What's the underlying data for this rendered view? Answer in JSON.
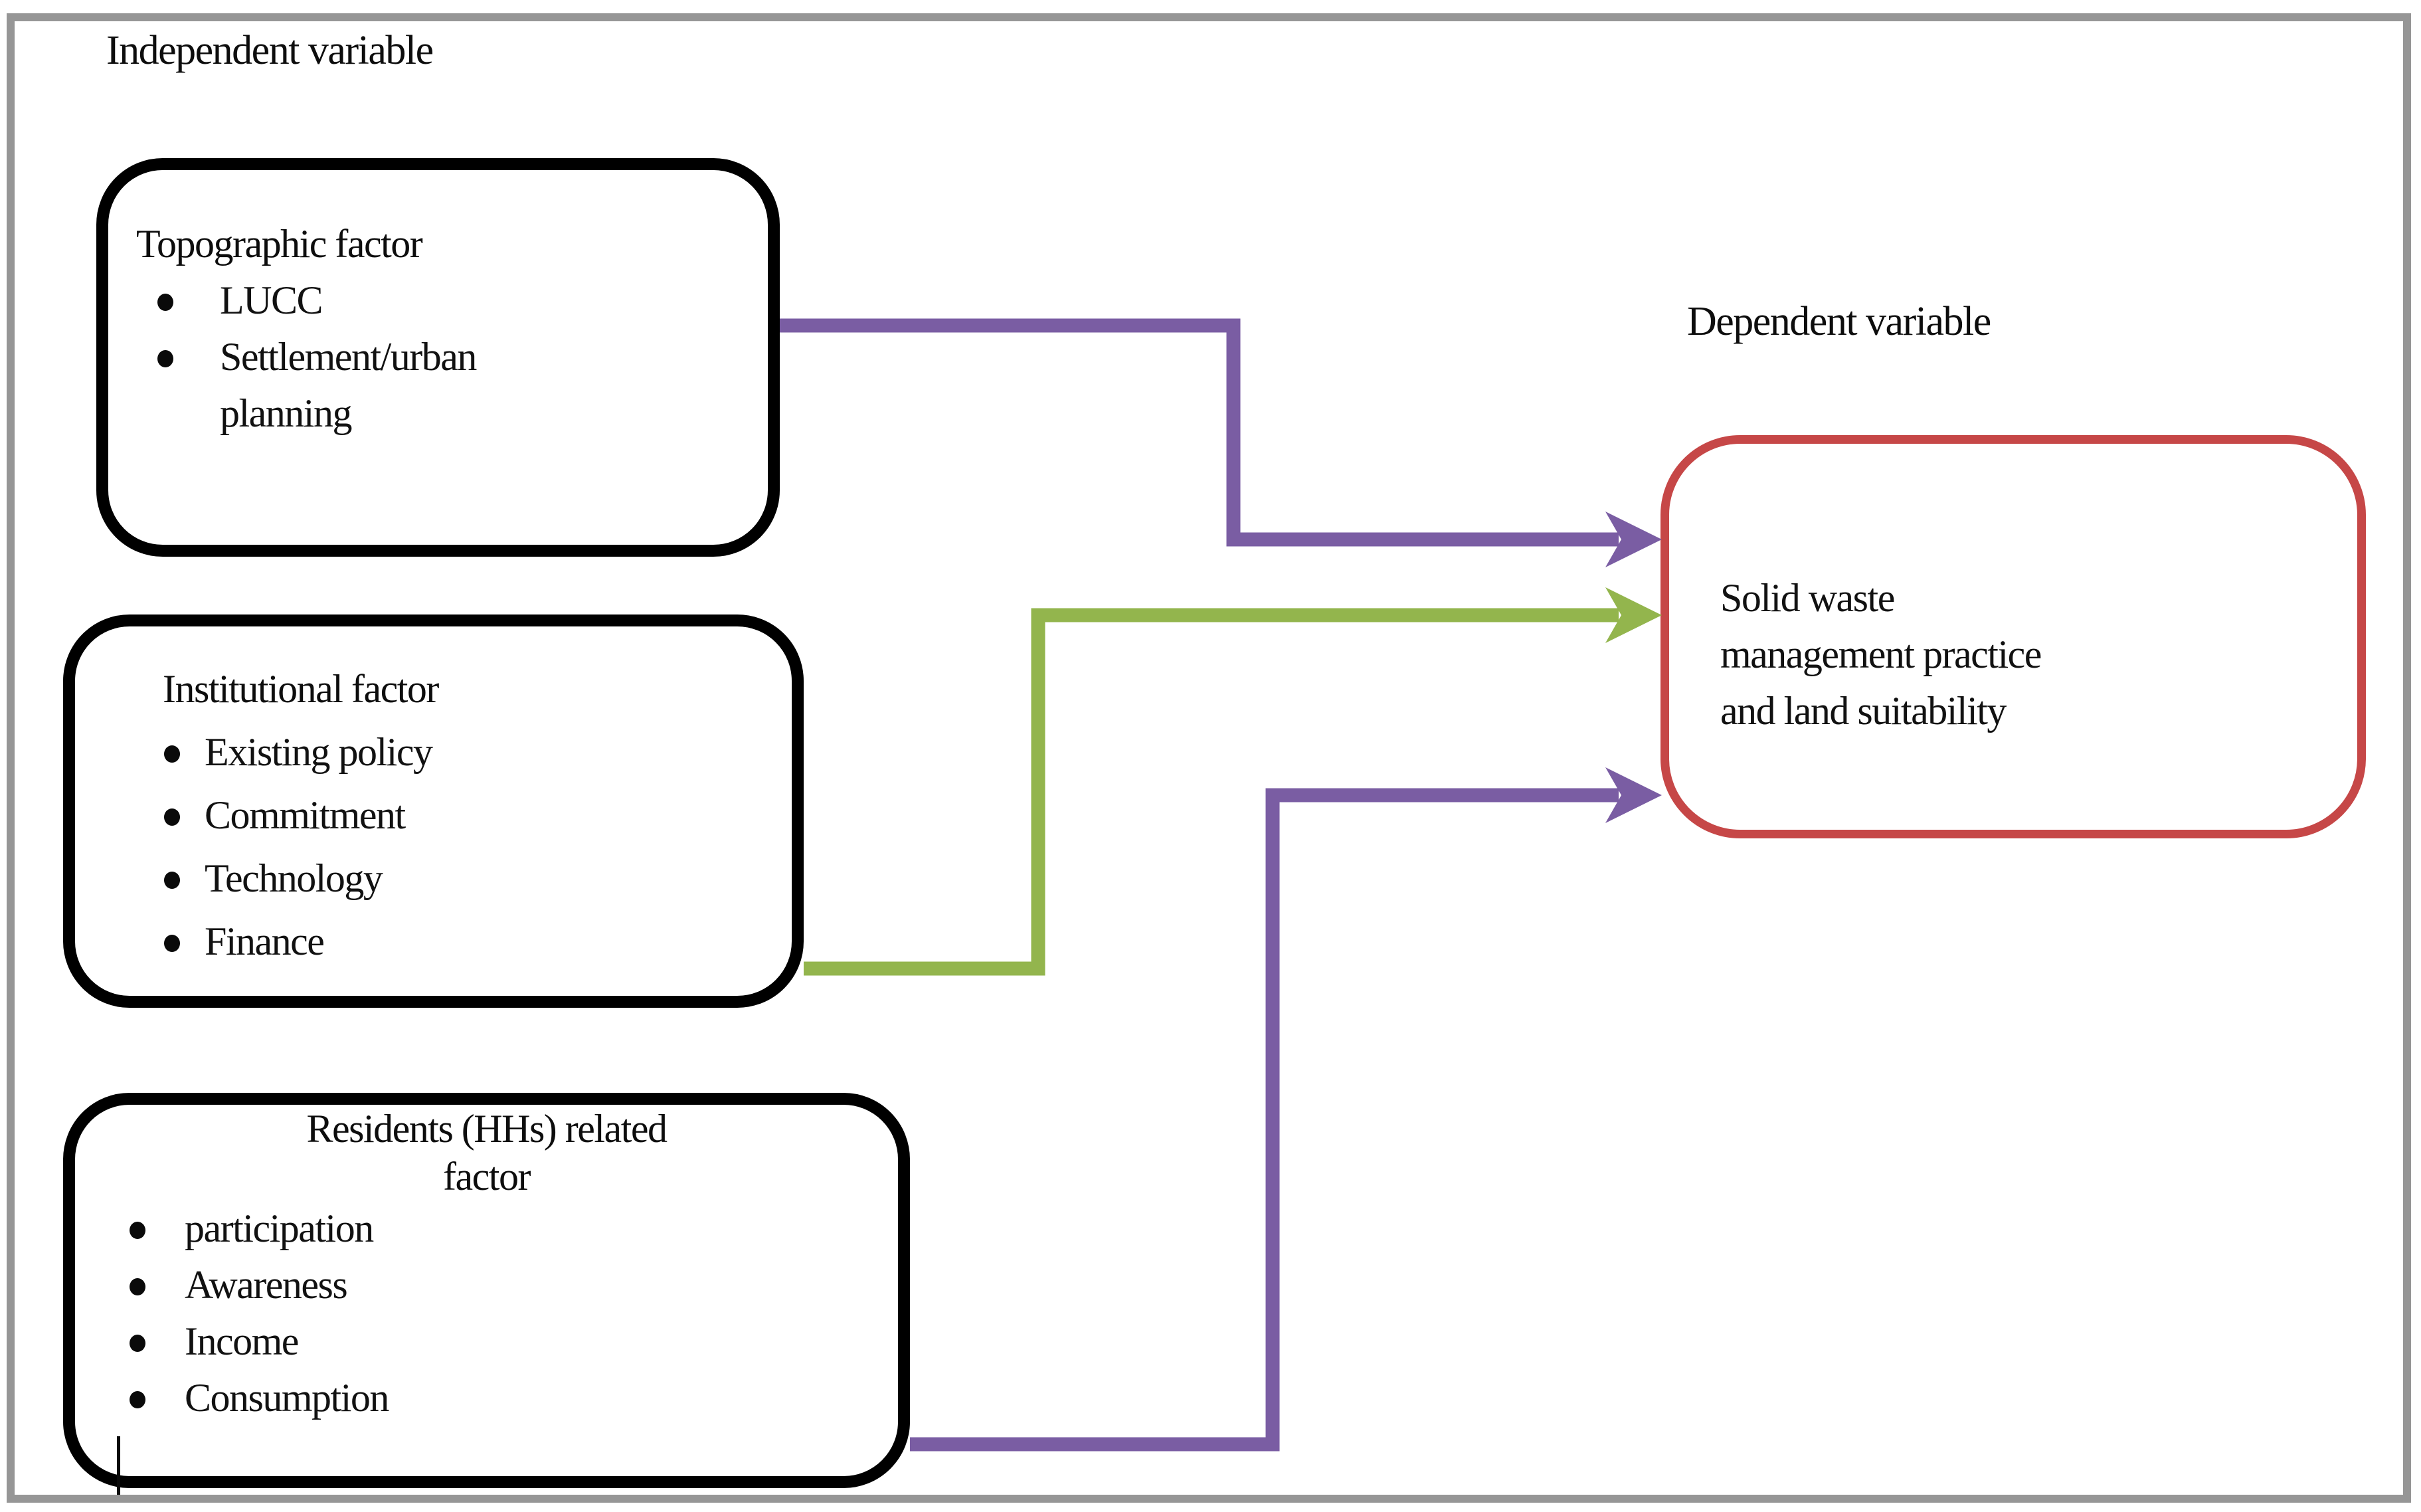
{
  "labels": {
    "independent_variable": "Independent variable",
    "dependent_variable": "Dependent variable"
  },
  "factor_boxes": [
    {
      "name": "topographic",
      "title": [
        "Topographic factor"
      ],
      "bullets": [
        [
          "LUCC"
        ],
        [
          "Settlement/urban",
          "planning"
        ]
      ]
    },
    {
      "name": "institutional",
      "title": [
        "Institutional factor"
      ],
      "bullets": [
        [
          "Existing policy"
        ],
        [
          "Commitment"
        ],
        [
          "Technology"
        ],
        [
          "Finance"
        ]
      ]
    },
    {
      "name": "residents",
      "title": [
        "Residents (HHs) related",
        "factor"
      ],
      "bullets": [
        [
          "participation"
        ],
        [
          "Awareness"
        ],
        [
          "Income"
        ],
        [
          "Consumption"
        ]
      ]
    }
  ],
  "dependent_box": {
    "lines": [
      "Solid waste",
      "management practice",
      "and land suitability"
    ]
  },
  "arrows": [
    {
      "name": "topographic-to-dependent",
      "color_key": "arrow_purple"
    },
    {
      "name": "institutional-to-dependent",
      "color_key": "arrow_green"
    },
    {
      "name": "residents-to-dependent",
      "color_key": "arrow_purple"
    }
  ],
  "colors": {
    "arrow_purple": "#7a5da3",
    "arrow_green": "#93b54d",
    "dependent_border": "#c64747",
    "factor_border": "#000000",
    "frame_border": "#969696",
    "text": "#111111"
  }
}
